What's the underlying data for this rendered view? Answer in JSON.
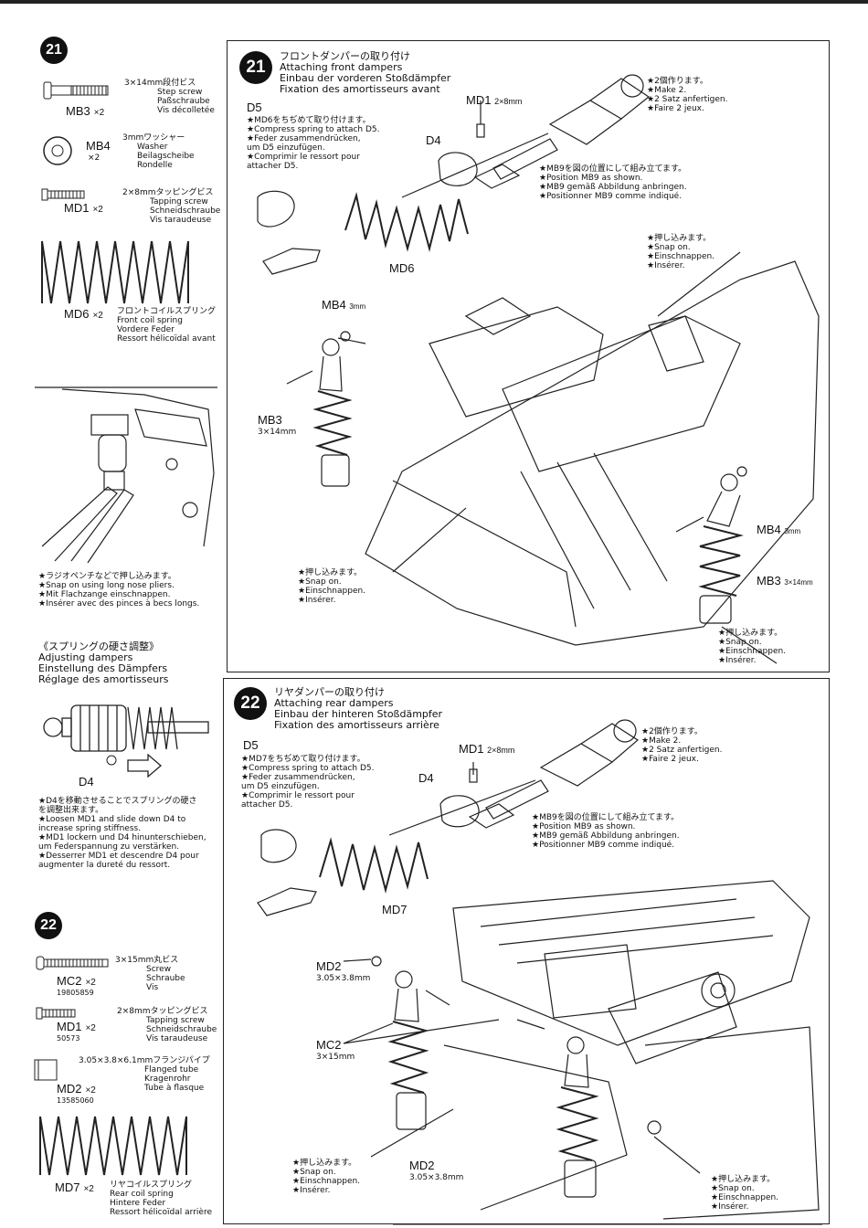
{
  "left": {
    "step21_badge": "21",
    "mb3": {
      "code": "MB3",
      "count": "×2",
      "lines": [
        "3×14mm段付ビス",
        "Step screw",
        "Paßschraube",
        "Vis décolletée"
      ]
    },
    "mb4": {
      "code": "MB4",
      "count": "×2",
      "lines": [
        "3mmワッシャー",
        "Washer",
        "Beilagscheibe",
        "Rondelle"
      ]
    },
    "md1": {
      "code": "MD1",
      "count": "×2",
      "lines": [
        "2×8mmタッピングビス",
        "Tapping screw",
        "Schneidschraube",
        "Vis taraudeuse"
      ]
    },
    "md6": {
      "code": "MD6",
      "count": "×2",
      "lines": [
        "フロントコイルスプリング",
        "Front coil spring",
        "Vordere Feder",
        "Ressort hélicoïdal avant"
      ]
    },
    "pliers_note": [
      "★ラジオペンチなどで押し込みます。",
      "★Snap on using long nose pliers.",
      "★Mit Flachzange einschnappen.",
      "★Insérer avec des pinces à becs longs."
    ],
    "adjust_title": [
      "《スプリングの硬さ調整》",
      "Adjusting dampers",
      "Einstellung des Dämpfers",
      "Réglage des amortisseurs"
    ],
    "d4_label": "D4",
    "adjust_note": [
      "★D4を移動させることでスプリングの硬さ",
      "を調整出来ます。",
      "★Loosen MD1 and slide down D4 to",
      "increase spring stiffness.",
      "★MD1 lockern und D4 hinunterschieben,",
      "um Federspannung zu verstärken.",
      "★Desserrer MD1 et descendre D4 pour",
      "augmenter la dureté du ressort."
    ],
    "step22_badge": "22",
    "mc2": {
      "code": "MC2",
      "count": "×2",
      "partno": "19805859",
      "lines": [
        "3×15mm丸ビス",
        "Screw",
        "Schraube",
        "Vis"
      ]
    },
    "md1b": {
      "code": "MD1",
      "count": "×2",
      "partno": "50573",
      "lines": [
        "2×8mmタッピングビス",
        "Tapping screw",
        "Schneidschraube",
        "Vis taraudeuse"
      ]
    },
    "md2": {
      "code": "MD2",
      "count": "×2",
      "partno": "13585060",
      "lines": [
        "3.05×3.8×6.1mmフランジパイプ",
        "Flanged tube",
        "Kragenrohr",
        "Tube à flasque"
      ]
    },
    "md7": {
      "code": "MD7",
      "count": "×2",
      "lines": [
        "リヤコイルスプリング",
        "Rear coil spring",
        "Hintere Feder",
        "Ressort hélicoïdal arrière"
      ]
    }
  },
  "step21": {
    "badge": "21",
    "title": [
      "フロントダンパーの取り付け",
      "Attaching front dampers",
      "Einbau der vorderen Stoßdämpfer",
      "Fixation des amortisseurs avant"
    ],
    "d5": "D5",
    "d5_note": [
      "★MD6をちぢめて取り付けます。",
      "★Compress spring to attach D5.",
      "★Feder zusammendrücken,",
      "um D5 einzufügen.",
      "★Comprimir le ressort pour",
      "attacher D5."
    ],
    "md1_label": "MD1",
    "md1_size": "2×8mm",
    "d4": "D4",
    "md6": "MD6",
    "make2": [
      "★2個作ります。",
      "★Make 2.",
      "★2 Satz anfertigen.",
      "★Faire 2 jeux."
    ],
    "mb9_note": [
      "★MB9を図の位置にして組み立てます。",
      "★Position MB9 as shown.",
      "★MB9 gemäß Abbildung anbringen.",
      "★Positionner MB9 comme indiqué."
    ],
    "snap_top": [
      "★押し込みます。",
      "★Snap on.",
      "★Einschnappen.",
      "★Insérer."
    ],
    "mb4_left": "MB4",
    "mb4_left_size": "3mm",
    "mb3_left": "MB3",
    "mb3_left_size": "3×14mm",
    "snap_mid": [
      "★押し込みます。",
      "★Snap on.",
      "★Einschnappen.",
      "★Insérer."
    ],
    "mb4_right": "MB4",
    "mb4_right_size": "3mm",
    "mb3_right": "MB3",
    "mb3_right_size": "3×14mm",
    "snap_bottom": [
      "★押し込みます。",
      "★Snap on.",
      "★Einschnappen.",
      "★Insérer."
    ]
  },
  "step22": {
    "badge": "22",
    "title": [
      "リヤダンパーの取り付け",
      "Attaching rear dampers",
      "Einbau der hinteren Stoßdämpfer",
      "Fixation des amortisseurs arrière"
    ],
    "d5": "D5",
    "d5_note": [
      "★MD7をちぢめて取り付けます。",
      "★Compress spring to attach D5.",
      "★Feder zusammendrücken,",
      "um D5 einzufügen.",
      "★Comprimir le ressort pour",
      "attacher D5."
    ],
    "md1_label": "MD1",
    "md1_size": "2×8mm",
    "d4": "D4",
    "md7": "MD7",
    "make2": [
      "★2個作ります。",
      "★Make 2.",
      "★2 Satz anfertigen.",
      "★Faire 2 jeux."
    ],
    "mb9_note": [
      "★MB9を図の位置にして組み立てます。",
      "★Position MB9 as shown.",
      "★MB9 gemäß Abbildung anbringen.",
      "★Positionner MB9 comme indiqué."
    ],
    "md2_top": "MD2",
    "md2_top_size": "3.05×3.8mm",
    "mc2": "MC2",
    "mc2_size": "3×15mm",
    "snap_left": [
      "★押し込みます。",
      "★Snap on.",
      "★Einschnappen.",
      "★Insérer."
    ],
    "md2_bottom": "MD2",
    "md2_bottom_size": "3.05×3.8mm",
    "snap_right": [
      "★押し込みます。",
      "★Snap on.",
      "★Einschnappen.",
      "★Insérer."
    ]
  }
}
